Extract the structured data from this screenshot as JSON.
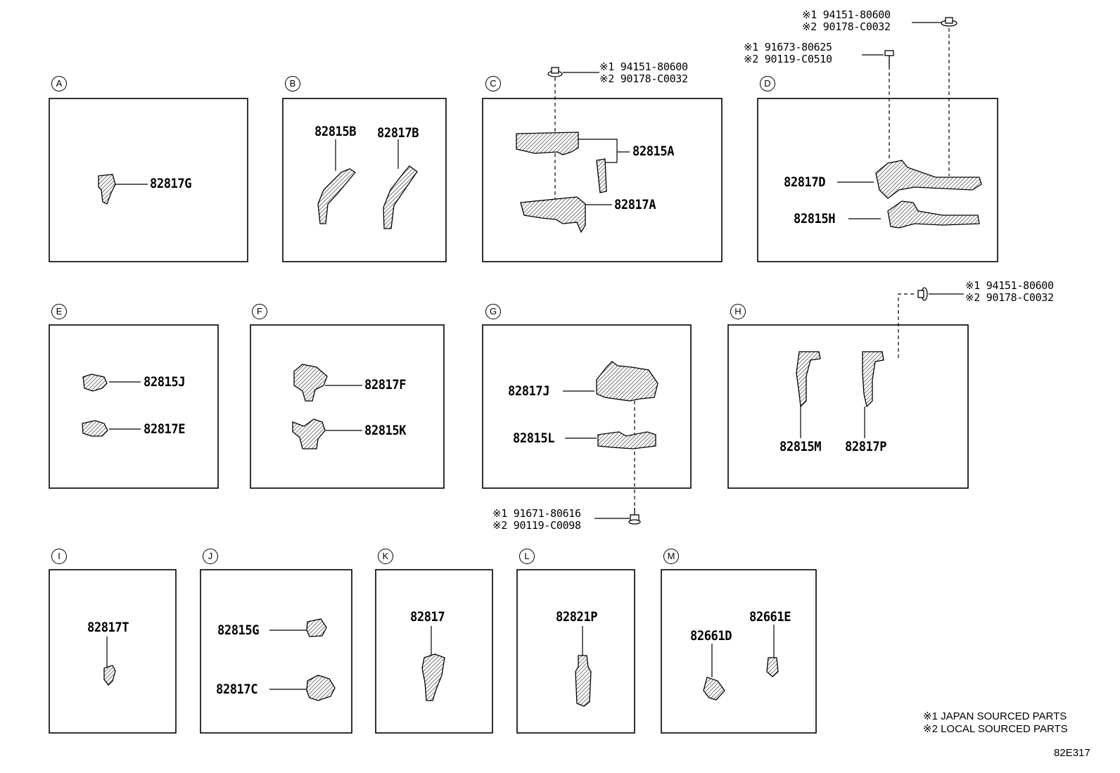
{
  "diagram_code": "82E317",
  "legend": [
    "※1 JAPAN SOURCED PARTS",
    "※2 LOCAL SOURCED PARTS"
  ],
  "panels": [
    {
      "id": "A",
      "parts": [
        "82817G"
      ]
    },
    {
      "id": "B",
      "parts": [
        "82815B",
        "82817B"
      ]
    },
    {
      "id": "C",
      "parts": [
        "82815A",
        "82817A"
      ]
    },
    {
      "id": "D",
      "parts": [
        "82817D",
        "82815H"
      ]
    },
    {
      "id": "E",
      "parts": [
        "82815J",
        "82817E"
      ]
    },
    {
      "id": "F",
      "parts": [
        "82817F",
        "82815K"
      ]
    },
    {
      "id": "G",
      "parts": [
        "82817J",
        "82815L"
      ]
    },
    {
      "id": "H",
      "parts": [
        "82815M",
        "82817P"
      ]
    },
    {
      "id": "I",
      "parts": [
        "82817T"
      ]
    },
    {
      "id": "J",
      "parts": [
        "82815G",
        "82817C"
      ]
    },
    {
      "id": "K",
      "parts": [
        "82817"
      ]
    },
    {
      "id": "L",
      "parts": [
        "82821P"
      ]
    },
    {
      "id": "M",
      "parts": [
        "82661D",
        "82661E"
      ]
    }
  ],
  "fasteners": {
    "c_top": [
      "※1 94151-80600",
      "※2 90178-C0032"
    ],
    "d_top_right": [
      "※1 94151-80600",
      "※2 90178-C0032"
    ],
    "d_top_left": [
      "※1 91673-80625",
      "※2 90119-C0510"
    ],
    "h_top": [
      "※1 94151-80600",
      "※2 90178-C0032"
    ],
    "g_bottom": [
      "※1 91671-80616",
      "※2 90119-C0098"
    ]
  }
}
